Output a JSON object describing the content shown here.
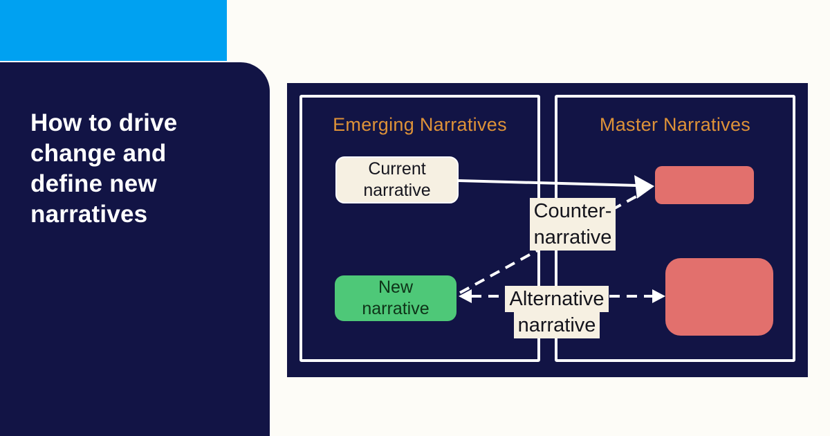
{
  "page": {
    "background_color": "#FDFCF7"
  },
  "left_panel": {
    "accent_color": "#00A1F1",
    "panel_color": "#121445",
    "title": "How to drive change and define new narratives",
    "title_lines": [
      "How to drive",
      "change and",
      "define new",
      "narratives"
    ]
  },
  "diagram": {
    "background_color": "#121445",
    "header_color": "#DE9238",
    "arrow_color": "#FFFFFF",
    "containers": {
      "emerging": {
        "label": "Emerging Narratives"
      },
      "master": {
        "label": "Master Narratives"
      }
    },
    "nodes": {
      "current": {
        "lines": [
          "Current",
          "narrative"
        ],
        "color": "#F6F0E2"
      },
      "new": {
        "lines": [
          "New",
          "narrative"
        ],
        "color": "#4EC878"
      },
      "master_top": {
        "color": "#E2706D"
      },
      "master_bottom": {
        "color": "#E2706D"
      }
    },
    "edge_labels": {
      "counter": {
        "lines": [
          "Counter-",
          "narrative"
        ]
      },
      "alternative": {
        "lines": [
          "Alternative",
          "narrative"
        ]
      }
    },
    "edges": [
      {
        "from": "current-narrative",
        "to": "master-top",
        "style": "solid"
      },
      {
        "from": "new-narrative",
        "to": "master-top",
        "style": "dashed",
        "label": "Counter-narrative"
      },
      {
        "from": "new-narrative",
        "to": "master-bottom",
        "style": "dashed",
        "double_headed": true,
        "label": "Alternative narrative"
      }
    ]
  }
}
